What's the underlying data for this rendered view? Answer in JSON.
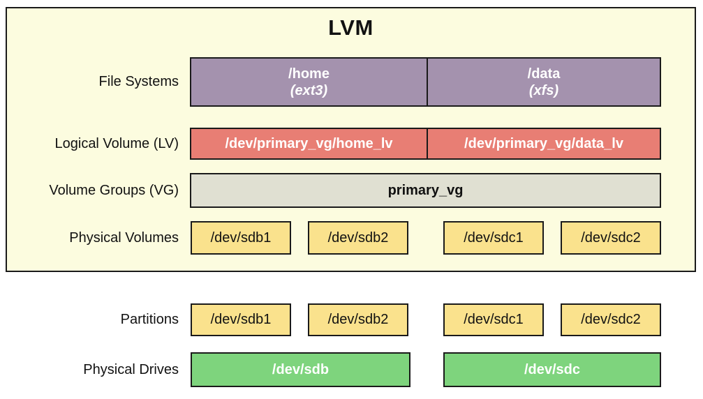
{
  "title": "LVM",
  "colors": {
    "canvas_bg": "#ffffff",
    "panel_bg": "#FCFCDF",
    "filesystem": "#A492AE",
    "logical_volume": "#E87E74",
    "volume_group": "#E0E0D2",
    "physical_volume": "#FAE28D",
    "drive": "#7ED47D",
    "border": "#1a1a1a"
  },
  "labels": {
    "file_systems": "File Systems",
    "logical_volume": "Logical Volume (LV)",
    "volume_groups": "Volume Groups (VG)",
    "physical_volumes": "Physical Volumes",
    "partitions": "Partitions",
    "physical_drives": "Physical Drives"
  },
  "file_systems": [
    {
      "mount": "/home",
      "type": "(ext3)"
    },
    {
      "mount": "/data",
      "type": "(xfs)"
    }
  ],
  "logical_volumes": [
    "/dev/primary_vg/home_lv",
    "/dev/primary_vg/data_lv"
  ],
  "volume_group": "primary_vg",
  "physical_volumes": [
    "/dev/sdb1",
    "/dev/sdb2",
    "/dev/sdc1",
    "/dev/sdc2"
  ],
  "partitions": [
    "/dev/sdb1",
    "/dev/sdb2",
    "/dev/sdc1",
    "/dev/sdc2"
  ],
  "physical_drives": [
    "/dev/sdb",
    "/dev/sdc"
  ]
}
